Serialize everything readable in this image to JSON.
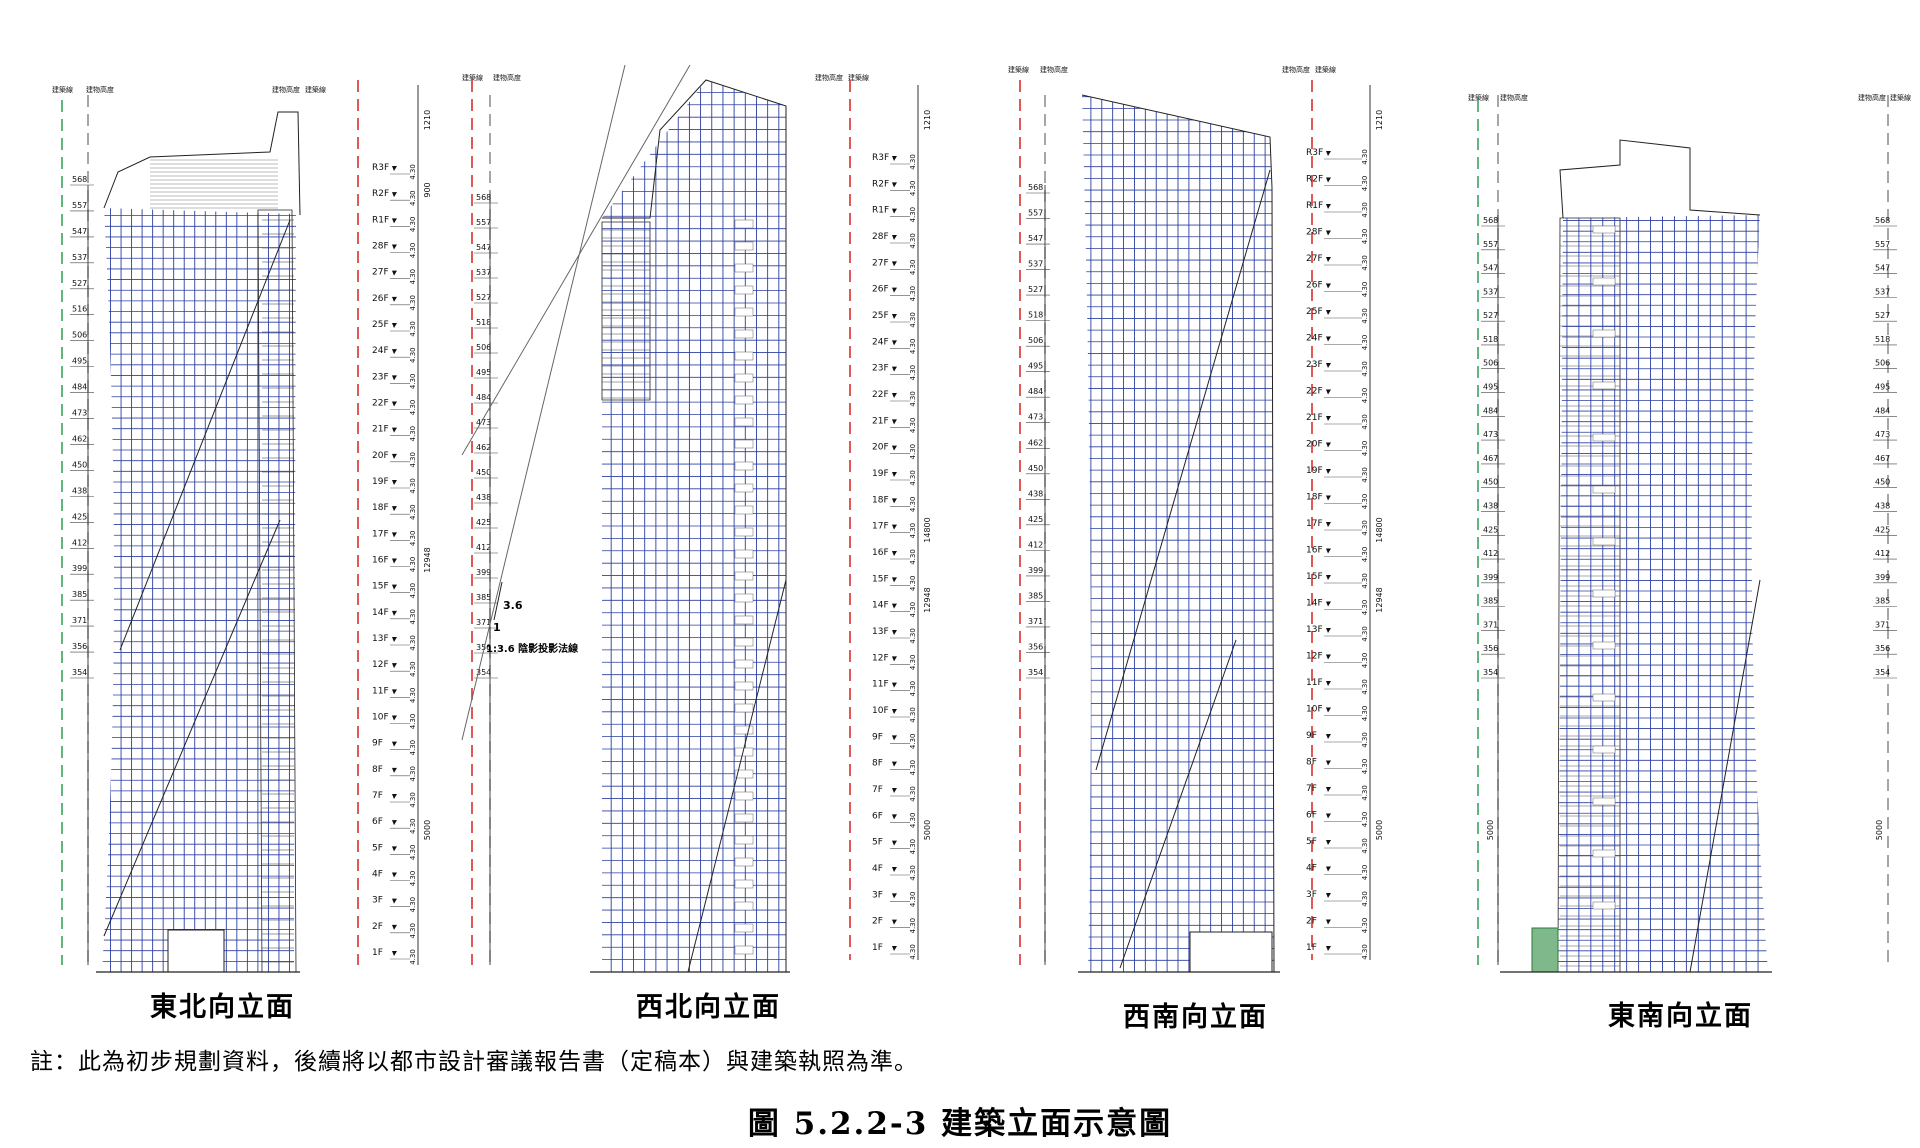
{
  "figure": {
    "note": "註：此為初步規劃資料，後續將以都市設計審議報告書（定稿本）與建築執照為準。",
    "caption": "圖 5.2.2-3  建築立面示意圖"
  },
  "colors": {
    "curtain_wall_grid": "#2b3fa0",
    "structure_lines": "#222222",
    "green_dashes": "#3aa55a",
    "red_dashes": "#d8302a"
  },
  "elevations": [
    {
      "name": "東北向立面",
      "header_labels": [
        "建築線",
        "建物高度",
        "建物高度",
        "建築線"
      ],
      "floors": [
        "R3F",
        "R2F",
        "R1F",
        "28F",
        "27F",
        "26F",
        "25F",
        "24F",
        "23F",
        "22F",
        "21F",
        "20F",
        "19F",
        "18F",
        "17F",
        "16F",
        "15F",
        "14F",
        "13F",
        "12F",
        "11F",
        "10F",
        "9F",
        "8F",
        "7F",
        "6F",
        "5F",
        "4F",
        "3F",
        "2F",
        "1F"
      ],
      "levels": [
        "568",
        "557",
        "547",
        "537",
        "527",
        "516",
        "506",
        "495",
        "484",
        "473",
        "462",
        "450",
        "438",
        "425",
        "412",
        "399",
        "385",
        "371",
        "356",
        "354"
      ],
      "dims": [
        "1210",
        "900",
        "12948",
        "5000"
      ]
    },
    {
      "name": "西北向立面",
      "header_labels": [
        "建築線",
        "建物高度",
        "建物高度",
        "建築線"
      ],
      "annotation": {
        "ratio_top": "3.6",
        "ratio_side": "1",
        "text": "1:3.6 陰影投影法線"
      },
      "floors": [
        "R3F",
        "R2F",
        "R1F",
        "28F",
        "27F",
        "26F",
        "25F",
        "24F",
        "23F",
        "22F",
        "21F",
        "20F",
        "19F",
        "18F",
        "17F",
        "16F",
        "15F",
        "14F",
        "13F",
        "12F",
        "11F",
        "10F",
        "9F",
        "8F",
        "7F",
        "6F",
        "5F",
        "4F",
        "3F",
        "2F",
        "1F"
      ],
      "levels": [
        "568",
        "557",
        "547",
        "537",
        "527",
        "518",
        "506",
        "495",
        "484",
        "473",
        "462",
        "450",
        "438",
        "425",
        "412",
        "399",
        "385",
        "371",
        "356",
        "354"
      ],
      "dims": [
        "1210",
        "14800",
        "12948",
        "5000"
      ]
    },
    {
      "name": "西南向立面",
      "header_labels": [
        "建築線",
        "建物高度",
        "建物高度",
        "建築線"
      ],
      "floors": [
        "R3F",
        "R2F",
        "R1F",
        "28F",
        "27F",
        "26F",
        "25F",
        "24F",
        "23F",
        "22F",
        "21F",
        "20F",
        "19F",
        "18F",
        "17F",
        "16F",
        "15F",
        "14F",
        "13F",
        "12F",
        "11F",
        "10F",
        "9F",
        "8F",
        "7F",
        "6F",
        "5F",
        "4F",
        "3F",
        "2F",
        "1F"
      ],
      "levels": [
        "568",
        "557",
        "547",
        "537",
        "527",
        "518",
        "506",
        "495",
        "484",
        "473",
        "462",
        "450",
        "438",
        "425",
        "412",
        "399",
        "385",
        "371",
        "356",
        "354"
      ],
      "dims": [
        "1210",
        "14800",
        "12948",
        "5000"
      ]
    },
    {
      "name": "東南向立面",
      "header_labels": [
        "建築線",
        "建物高度",
        "建物高度",
        "建築線"
      ],
      "floors": [],
      "levels": [
        "568",
        "557",
        "547",
        "537",
        "527",
        "518",
        "506",
        "495",
        "484",
        "473",
        "467",
        "450",
        "438",
        "425",
        "412",
        "399",
        "385",
        "371",
        "356",
        "354"
      ],
      "dims": [
        "5000",
        "5000"
      ]
    }
  ]
}
